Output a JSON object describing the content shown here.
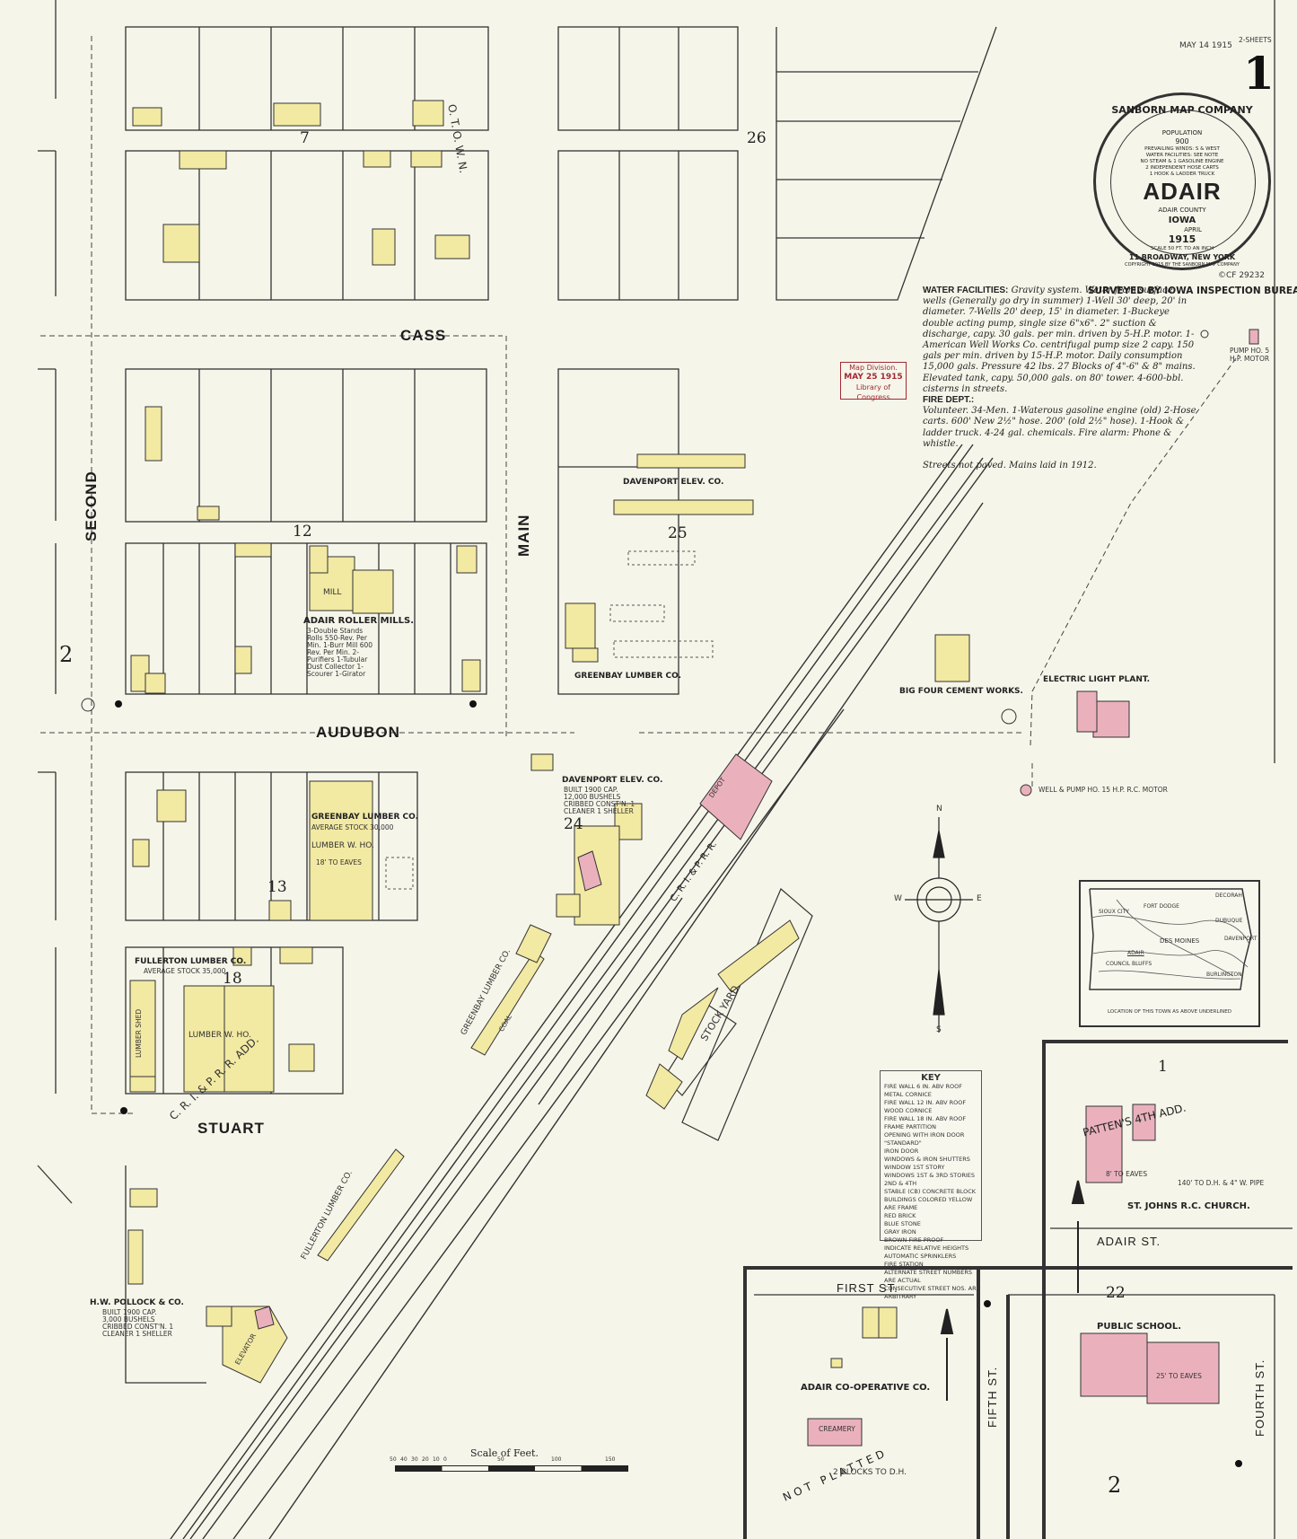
{
  "header": {
    "date": "MAY 14 1915",
    "sheets_note": "2-SHEETS",
    "sheet_number": "1"
  },
  "seal": {
    "company": "SANBORN MAP COMPANY",
    "population_label": "POPULATION",
    "population": "900",
    "lines": [
      "PREVAILING WINDS: S & WEST",
      "WATER FACILITIES: SEE NOTE",
      "NO STEAM & 1 GASOLINE ENGINE",
      "2 INDEPENDENT HOSE CARTS",
      "1 HOOK & LADDER TRUCK"
    ],
    "town": "ADAIR",
    "county": "ADAIR COUNTY",
    "state": "IOWA",
    "month": "APRIL",
    "year": "1915",
    "scale": "SCALE 50 FT. TO AN INCH",
    "address": "11 BROADWAY, NEW YORK",
    "copyright": "COPYRIGHT 1915 BY THE SANBORN MAP COMPANY",
    "catalog": "©CF 29232"
  },
  "surveyed_by": "SURVEYED BY IOWA INSPECTION BUREAU",
  "water_facilities": {
    "heading": "WATER FACILITIES:",
    "text": "Gravity system. Water from surface wells (Generally go dry in summer) 1-Well 30' deep, 20' in diameter. 7-Wells 20' deep, 15' in diameter. 1-Buckeye double acting pump, single size 6\"x6\". 2\" suction & discharge, capy. 30 gals. per min. driven by 5-H.P. motor. 1-American Well Works Co. centrifugal pump size 2 capy. 150 gals per min. driven by 15-H.P. motor. Daily consumption 15,000 gals. Pressure 42 lbs. 27 Blocks of 4\"-6\" & 8\" mains. Elevated tank, capy. 50,000 gals. on 80' tower. 4-600-bbl. cisterns in streets."
  },
  "fire_dept": {
    "heading": "FIRE DEPT.:",
    "text": "Volunteer. 34-Men. 1-Waterous gasoline engine (old) 2-Hose carts. 600' New 2½\" hose. 200' (old 2½\" hose). 1-Hook & ladder truck. 4-24 gal. chemicals. Fire alarm: Phone & whistle."
  },
  "streets_note": "Streets not paved. Mains laid in 1912.",
  "stamp": {
    "line1": "Map Division.",
    "line2": "MAY 25 1915",
    "line3": "Library of Congress"
  },
  "streets": {
    "cass": "CASS",
    "audubon": "AUDUBON",
    "stuart": "STUART",
    "second": "SECOND",
    "main": "MAIN",
    "first_st": "FIRST ST.",
    "adair_st": "ADAIR ST.",
    "fifth_st": "FIFTH ST.",
    "fourth_st": "FOURTH ST.",
    "railroad": "C. R. I. & P. R. R.",
    "railroad_add": "C. R. I. & P. R. R. ADD.",
    "town_label": "O. T. O. W. N.",
    "pattens_add": "PATTEN'S 4TH ADD.",
    "not_platted": "NOT PLATTED"
  },
  "businesses": {
    "adair_roller_mills": "ADAIR ROLLER MILLS.",
    "roller_mills_detail": "3-Double Stands Rolls 550-Rev. Per Min. 1-Burr Mill 600 Rev. Per Min. 2-Purifiers 1-Tubular Dust Collector 1-Scourer 1-Girator",
    "davenport_elev_top": "DAVENPORT ELEV. CO.",
    "greenbay_lumber_top": "GREENBAY LUMBER CO.",
    "davenport_elev_bottom": "DAVENPORT ELEV. CO.",
    "davenport_detail": "BUILT 1900 CAP. 12,000 BUSHELS CRIBBED CONST'N. 1 CLEANER 1 SHELLER",
    "greenbay_lumber_main": "GREENBAY LUMBER CO.",
    "greenbay_stock": "AVERAGE STOCK 30,000",
    "lumber_wh": "LUMBER W. HO.",
    "to_eaves": "18' TO EAVES",
    "fullerton_lumber": "FULLERTON LUMBER CO.",
    "fullerton_stock": "AVERAGE STOCK 35,000",
    "lumber_w_ho": "LUMBER W. HO.",
    "lumber_shed": "LUMBER SHED",
    "greenbay_coal": "GREENBAY LUMBER CO.",
    "fullerton_coal": "FULLERTON LUMBER CO.",
    "hw_pollock": "H.W. POLLOCK & CO.",
    "pollock_detail": "BUILT 1900 CAP. 3,000 BUSHELS CRIBBED CONST'N. 1 CLEANER 1 SHELLER",
    "big_four": "BIG FOUR CEMENT WORKS.",
    "electric_plant": "ELECTRIC LIGHT PLANT.",
    "adair_coop": "ADAIR CO-OPERATIVE CO.",
    "creamery": "CREAMERY",
    "st_johns": "ST. JOHNS R.C. CHURCH.",
    "public_school": "PUBLIC SCHOOL.",
    "depot": "DEPOT",
    "stock_yard": "STOCK YARD.",
    "coal": "COAL",
    "mill": "MILL",
    "elevator": "ELEVATOR",
    "well_pump": "WELL & PUMP HO. 15 H.P. R.C. MOTOR",
    "pump_ho": "PUMP HO. 5 H.P. MOTOR",
    "two_blocks": "2 BLOCKS TO D.H.",
    "church_note": "140' TO D.H. & 4\" W. PIPE",
    "school_eaves": "25' TO EAVES",
    "church_eaves": "8' TO EAVES"
  },
  "block_numbers": {
    "b7": "7",
    "b26": "26",
    "b12": "12",
    "b25": "25",
    "b24": "24",
    "b13": "13",
    "b18": "18",
    "b22": "22",
    "b1": "1",
    "b2": "2"
  },
  "sheet_refs": {
    "left": "2",
    "bottom": "2"
  },
  "scale_bar": {
    "title": "Scale of Feet.",
    "ticks": [
      "50",
      "40",
      "30",
      "20",
      "10",
      "0",
      "50",
      "100",
      "150"
    ]
  },
  "key": {
    "title": "KEY",
    "rows": [
      "FIRE WALL 6 IN. ABV ROOF",
      "METAL CORNICE",
      "FIRE WALL 12 IN. ABV ROOF",
      "WOOD CORNICE",
      "FIRE WALL 18 IN. ABV ROOF",
      "FRAME PARTITION",
      "OPENING WITH IRON DOOR",
      "\"STANDARD\"",
      "IRON DOOR",
      "WINDOWS & IRON SHUTTERS",
      "WINDOW 1ST STORY",
      "WINDOWS 1ST & 3RD STORIES",
      "2ND & 4TH",
      "STABLE (CB) CONCRETE BLOCK",
      "BUILDINGS COLORED YELLOW ARE FRAME",
      "RED BRICK",
      "BLUE STONE",
      "GRAY IRON",
      "BROWN FIRE PROOF",
      "INDICATE RELATIVE HEIGHTS",
      "AUTOMATIC SPRINKLERS",
      "FIRE STATION",
      "ALTERNATE STREET NUMBERS ARE ACTUAL",
      "CONSECUTIVE STREET NOS. ARE ARBITRARY"
    ]
  },
  "inset_map": {
    "caption": "LOCATION OF THIS TOWN AS ABOVE UNDERLINED",
    "towns": [
      "SIOUX CITY",
      "FORT DODGE",
      "DUBUQUE",
      "DAVENPORT",
      "DES MOINES",
      "ADAIR",
      "COUNCIL BLUFFS",
      "BURLINGTON",
      "DECORAH"
    ]
  },
  "compass": {
    "n": "N",
    "s": "S",
    "e": "E",
    "w": "W"
  },
  "colors": {
    "paper": "#f6f5ea",
    "frame": "#f2e9a3",
    "brick": "#eab1bd",
    "ink": "#222222",
    "stamp": "#a12a34"
  }
}
